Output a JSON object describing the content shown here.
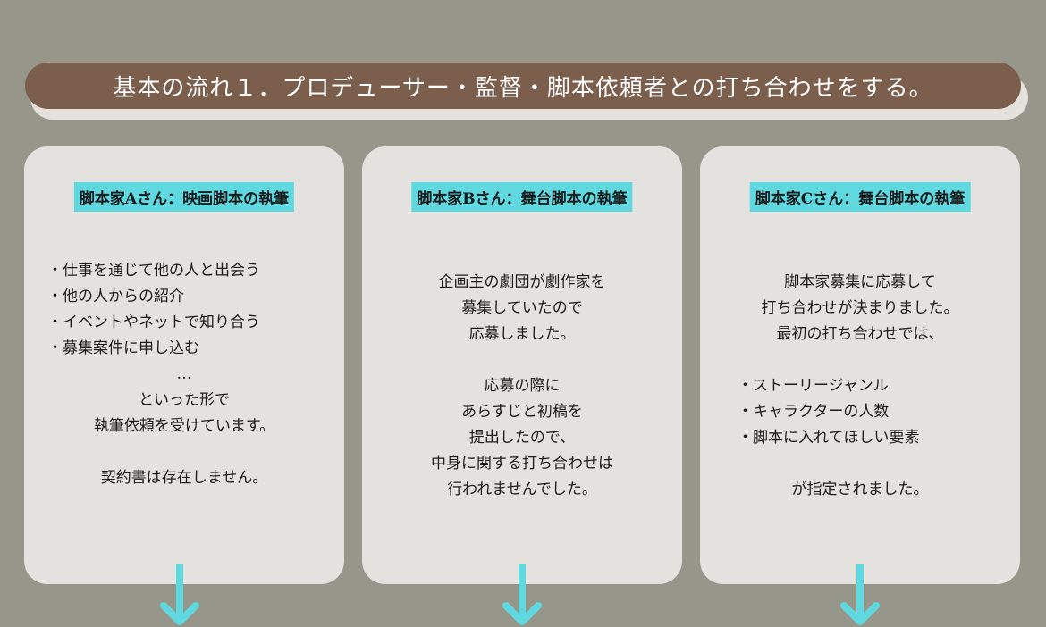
{
  "header": {
    "title": "基本の流れ１．プロデューサー・監督・脚本依頼者との打ち合わせをする。"
  },
  "colors": {
    "background": "#97968a",
    "banner": "#7b5e4c",
    "card": "#e3e2de",
    "highlight": "#5fd8e0",
    "arrow": "#5fd8e0"
  },
  "cards": [
    {
      "title": "脚本家Aさん：映画脚本の執筆",
      "bullets": [
        "・仕事を通じて他の人と出会う",
        "・他の人からの紹介",
        "・イベントやネットで知り合う",
        "・募集案件に申し込む"
      ],
      "lines": [
        "…",
        "といった形で",
        "執筆依頼を受けています。",
        "",
        "契約書は存在しません。"
      ]
    },
    {
      "title": "脚本家Bさん：舞台脚本の執筆",
      "lines": [
        "企画主の劇団が劇作家を",
        "募集していたので",
        "応募しました。",
        "",
        "応募の際に",
        "あらすじと初稿を",
        "提出したので、",
        "中身に関する打ち合わせは",
        "行われませんでした。"
      ]
    },
    {
      "title": "脚本家Cさん：舞台脚本の執筆",
      "intro": [
        "脚本家募集に応募して",
        "打ち合わせが決まりました。",
        "最初の打ち合わせでは、"
      ],
      "bullets": [
        "・ストーリージャンル",
        "・キャラクターの人数",
        "・脚本に入れてほしい要素"
      ],
      "outro": [
        "が指定されました。"
      ]
    }
  ],
  "arrows": [
    {
      "icon": "arrow-down-icon"
    },
    {
      "icon": "arrow-down-icon"
    },
    {
      "icon": "arrow-down-icon"
    }
  ]
}
